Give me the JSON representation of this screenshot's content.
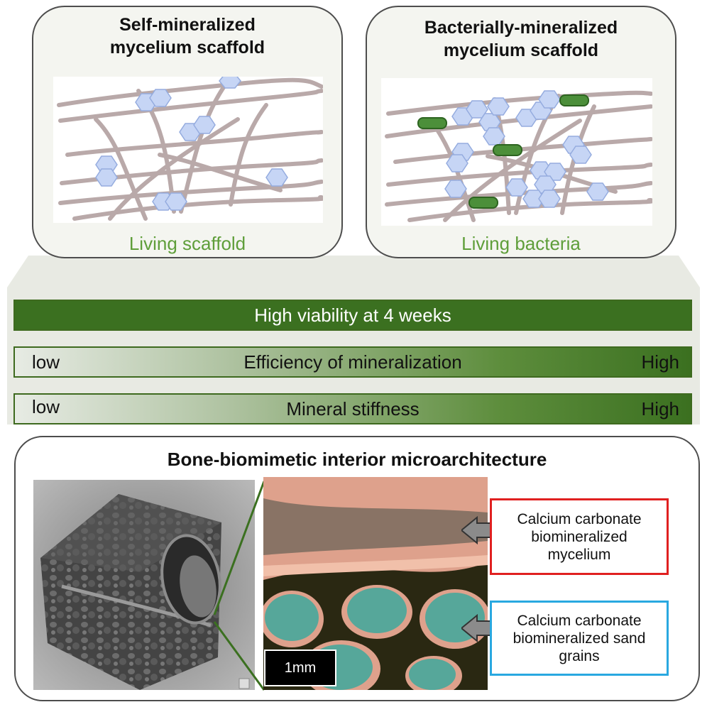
{
  "panels": {
    "left": {
      "title_line1": "Self-mineralized",
      "title_line2": "mycelium scaffold",
      "caption": "Living scaffold"
    },
    "right": {
      "title_line1": "Bacterially-mineralized",
      "title_line2": "mycelium scaffold",
      "caption": "Living bacteria"
    }
  },
  "bars": {
    "viability": {
      "label": "High viability at 4 weeks"
    },
    "efficiency": {
      "low": "low",
      "label": "Efficiency of mineralization",
      "high": "High"
    },
    "stiffness": {
      "low": "low",
      "label": "Mineral stiffness",
      "high": "High"
    }
  },
  "bottom": {
    "title": "Bone-biomimetic interior microarchitecture",
    "callouts": [
      {
        "line1": "Calcium carbonate",
        "line2": "biomineralized",
        "line3": "mycelium",
        "border_color": "#e02020"
      },
      {
        "line1": "Calcium carbonate",
        "line2": "biomineralized sand",
        "line3": "grains",
        "border_color": "#29a8e0"
      }
    ],
    "scale_bar": "1mm"
  },
  "colors": {
    "hypha": "#b9a9a9",
    "crystal": "#c6d5f5",
    "bacteria": "#4c8f3a",
    "caption_green": "#5f9e3a",
    "bar_dark_green": "#3b7020",
    "grain_teal": "#56a79a",
    "mineral_pink": "#dea18c"
  }
}
